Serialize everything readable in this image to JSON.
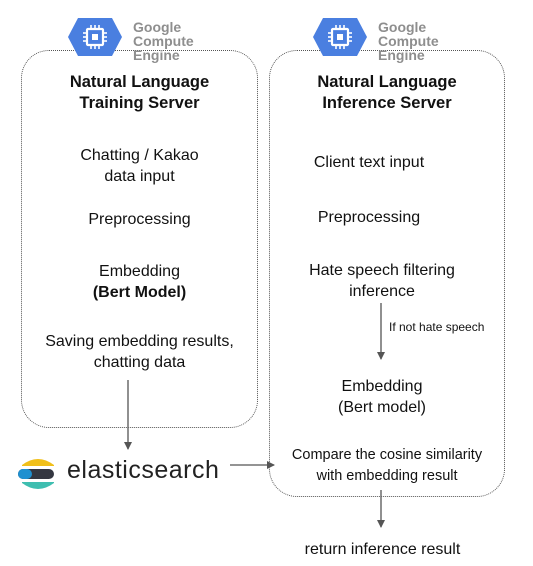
{
  "left_panel": {
    "badge": "Google\nCompute\nEngine",
    "title": "Natural Language\nTraining Server",
    "steps": [
      "Chatting / Kakao\ndata input",
      "Preprocessing",
      "Embedding",
      "(Bert Model)",
      "Saving embedding results,\nchatting data"
    ]
  },
  "right_panel": {
    "badge": "Google\nCompute\nEngine",
    "title": "Natural Language\nInference Server",
    "steps": [
      "Client text input",
      "Preprocessing",
      "Hate speech filtering\ninference",
      "Embedding\n(Bert model)",
      "Compare the cosine similarity\nwith embedding result"
    ],
    "arrow_note": "If not hate speech"
  },
  "elasticsearch": {
    "label": "elasticsearch"
  },
  "output": {
    "label": "return inference result"
  },
  "colors": {
    "gce_blue": "#4a7fe0",
    "es_yellow": "#f0bf1a",
    "es_teal": "#3ebeb0",
    "es_blue": "#1f90d0",
    "es_dark": "#343741"
  }
}
